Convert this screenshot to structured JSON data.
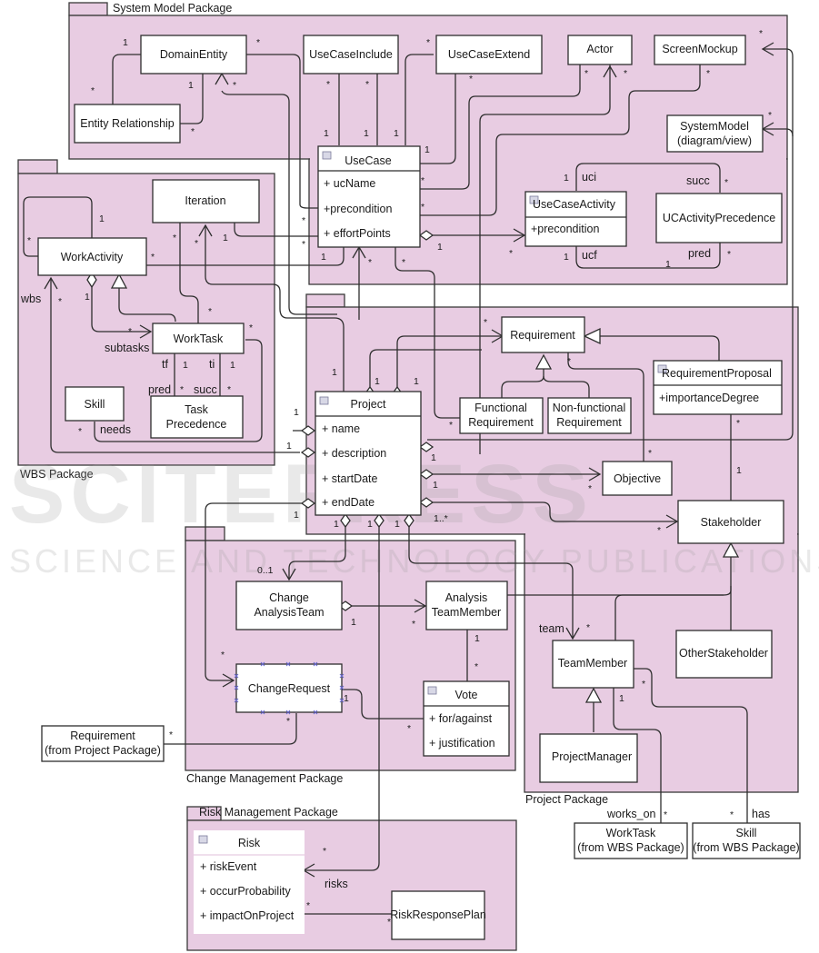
{
  "packages": {
    "system_model": "System Model Package",
    "wbs": "WBS Package",
    "project": "Project Package",
    "change_management": "Change Management Package",
    "risk_management": "Risk Management Package"
  },
  "classes": {
    "domain_entity": "DomainEntity",
    "entity_relationship": "Entity Relationship",
    "use_case_include": "UseCaseInclude",
    "use_case_extend": "UseCaseExtend",
    "actor": "Actor",
    "screen_mockup": "ScreenMockup",
    "system_model": [
      "SystemModel",
      "(diagram/view)"
    ],
    "use_case": {
      "name": "UseCase",
      "attrs": [
        "+ ucName",
        "+precondition",
        "+ effortPoints"
      ]
    },
    "use_case_activity": {
      "name": "UseCaseActivity",
      "attrs": [
        "+precondition"
      ]
    },
    "uc_activity_precedence": "UCActivityPrecedence",
    "iteration": "Iteration",
    "work_activity": "WorkActivity",
    "work_task": "WorkTask",
    "skill": "Skill",
    "task_precedence": [
      "Task",
      "Precedence"
    ],
    "project": {
      "name": "Project",
      "attrs": [
        "+ name",
        "+ description",
        "+ startDate",
        "+ endDate"
      ]
    },
    "requirement": "Requirement",
    "functional_requirement": [
      "Functional",
      "Requirement"
    ],
    "non_functional_requirement": [
      "Non-functional",
      "Requirement"
    ],
    "requirement_proposal": {
      "name": "RequirementProposal",
      "attrs": [
        "+importanceDegree"
      ]
    },
    "objective": "Objective",
    "stakeholder": "Stakeholder",
    "team_member": "TeamMember",
    "other_stakeholder": "OtherStakeholder",
    "project_manager": "ProjectManager",
    "change_analysis_team": [
      "Change",
      "AnalysisTeam"
    ],
    "analysis_team_member": [
      "Analysis",
      "TeamMember"
    ],
    "change_request": "ChangeRequest",
    "vote": {
      "name": "Vote",
      "attrs": [
        "+ for/against",
        "+ justification"
      ]
    },
    "requirement_ref": [
      "Requirement",
      "(from Project Package)"
    ],
    "work_task_ref": [
      "WorkTask",
      "(from WBS Package)"
    ],
    "skill_ref": [
      "Skill",
      "(from WBS Package)"
    ],
    "risk": {
      "name": "Risk",
      "attrs": [
        "+ riskEvent",
        "+ occurProbability",
        "+ impactOnProject"
      ]
    },
    "risk_response_plan": "RiskResponsePlan"
  },
  "roles": {
    "uci": "uci",
    "ucf": "ucf",
    "succ": "succ",
    "pred": "pred",
    "wbs": "wbs",
    "subtasks": "subtasks",
    "tf": "tf",
    "ti": "ti",
    "needs": "needs",
    "team": "team",
    "risks": "risks",
    "works_on": "works_on",
    "has": "has"
  },
  "multiplicities": {
    "one": "1",
    "many": "*",
    "zero_one": "0..1",
    "one_many": "1..*"
  },
  "watermark": {
    "main": "SCITEPRESS",
    "sub": "SCIENCE AND TECHNOLOGY PUBLICATIONS"
  }
}
